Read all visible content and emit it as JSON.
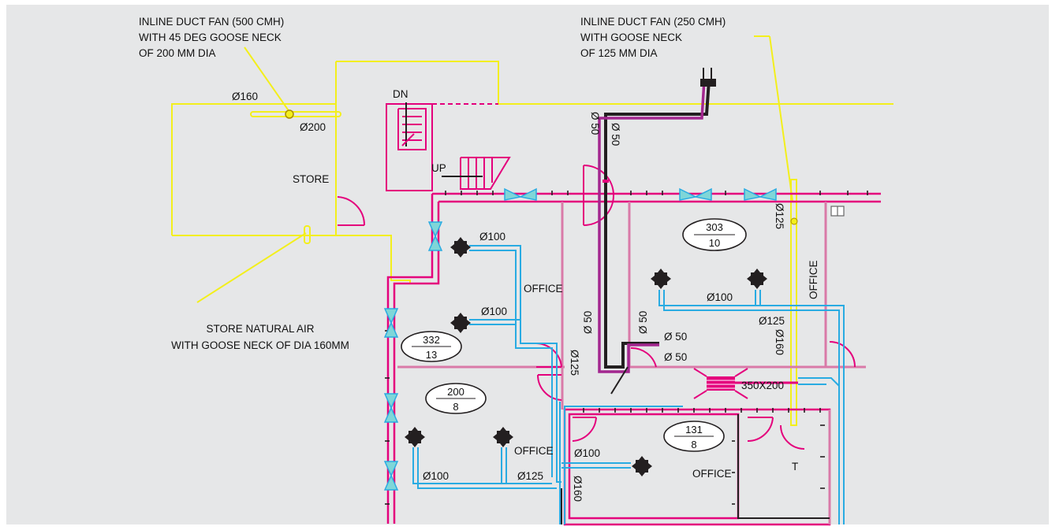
{
  "colors": {
    "background": "#e6e7e8",
    "wall_magenta": "#e4007c",
    "wall_pink": "#d97aa8",
    "duct_yellow": "#f3ef1c",
    "duct_cyan": "#29abe2",
    "duct_black": "#231f20",
    "duct_purple": "#a3278f",
    "valve_cyan": "#7fd6d8"
  },
  "callouts": {
    "fan_500": [
      "INLINE DUCT FAN (500 CMH)",
      "WITH 45 DEG GOOSE NECK",
      "OF 200 MM DIA"
    ],
    "fan_250": [
      "INLINE DUCT FAN (250 CMH)",
      "WITH GOOSE NECK",
      "OF 125 MM DIA"
    ],
    "store_air": [
      "STORE NATURAL AIR",
      "WITH GOOSE NECK OF DIA 160MM"
    ]
  },
  "rooms": {
    "store": "STORE",
    "office": "OFFICE",
    "t": "T",
    "dn": "DN",
    "up": "UP"
  },
  "tags": [
    {
      "top": "303",
      "bottom": "10"
    },
    {
      "top": "332",
      "bottom": "13"
    },
    {
      "top": "200",
      "bottom": "8"
    },
    {
      "top": "131",
      "bottom": "8"
    }
  ],
  "duct_labels": {
    "d160": "Ø160",
    "d200": "Ø200",
    "d100": "Ø100",
    "d125": "Ø125",
    "d50": "Ø 50",
    "d50_top": "Ø 50",
    "d50_mirror": "Ø 50",
    "rect": "350X200"
  },
  "icons": [
    "diffuser-icon",
    "damper-icon",
    "door-swing-icon",
    "panel-icon"
  ]
}
